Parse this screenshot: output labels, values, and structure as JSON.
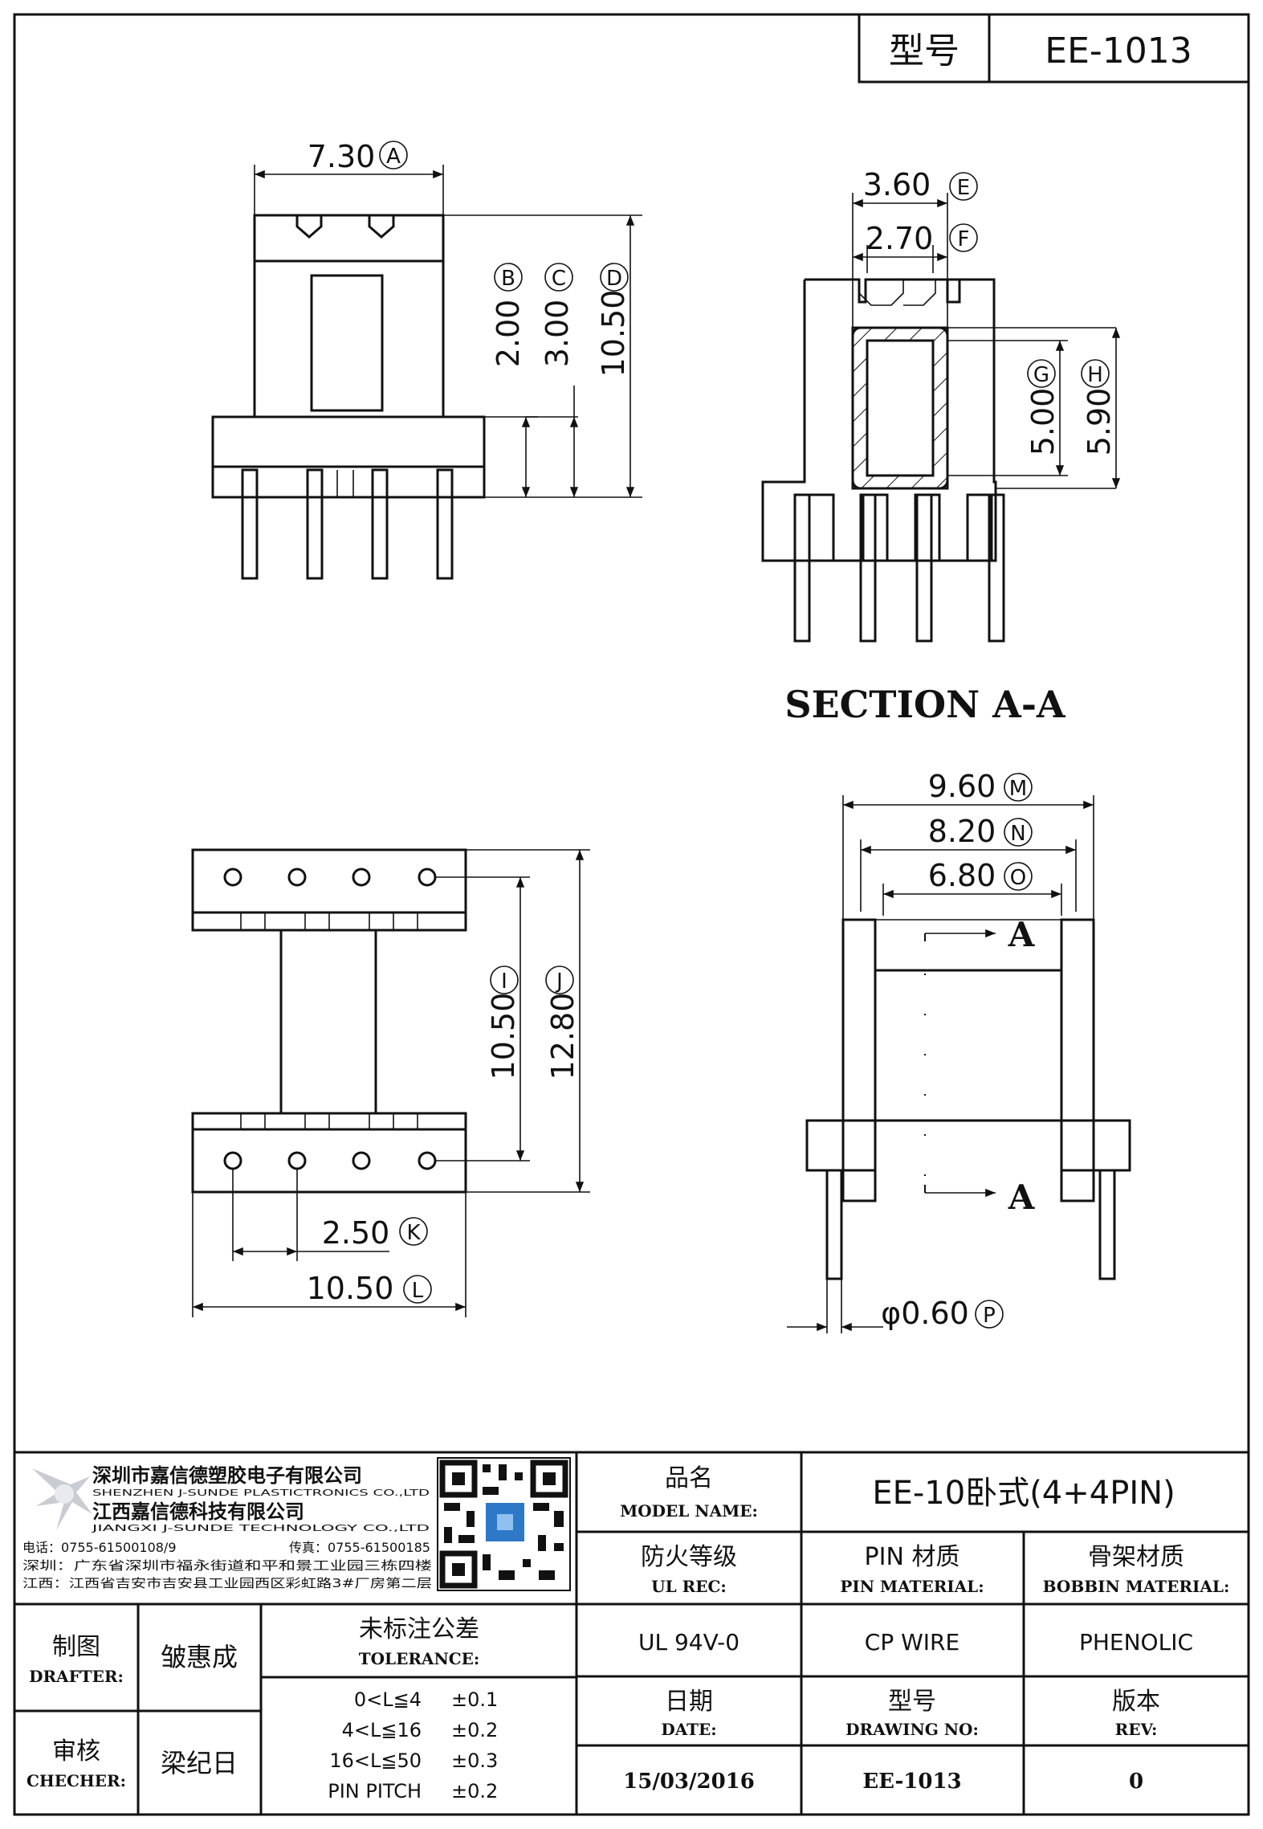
{
  "header": {
    "label": "型号",
    "model": "EE-1013"
  },
  "dims": {
    "A": {
      "value": "7.30",
      "letter": "A"
    },
    "B": {
      "value": "2.00",
      "letter": "B"
    },
    "C": {
      "value": "3.00",
      "letter": "C"
    },
    "D": {
      "value": "10.50",
      "letter": "D"
    },
    "E": {
      "value": "3.60",
      "letter": "E"
    },
    "F": {
      "value": "2.70",
      "letter": "F"
    },
    "G": {
      "value": "5.00",
      "letter": "G"
    },
    "H": {
      "value": "5.90",
      "letter": "H"
    },
    "I": {
      "value": "10.50",
      "letter": "I"
    },
    "J": {
      "value": "12.80",
      "letter": "J"
    },
    "K": {
      "value": "2.50",
      "letter": "K"
    },
    "L": {
      "value": "10.50",
      "letter": "L"
    },
    "M": {
      "value": "9.60",
      "letter": "M"
    },
    "N": {
      "value": "8.20",
      "letter": "N"
    },
    "O": {
      "value": "6.80",
      "letter": "O"
    },
    "P": {
      "value": "φ0.60",
      "letter": "P"
    }
  },
  "section": {
    "title": "SECTION A-A",
    "marker": "A"
  },
  "company": {
    "name_cn": "深圳市嘉信德塑胶电子有限公司",
    "name_en": "SHENZHEN J-SUNDE PLASTICTRONICS CO.,LTD",
    "name2_cn": "江西嘉信德科技有限公司",
    "name2_en": "JIANGXI J-SUNDE TECHNOLOGY CO.,LTD",
    "phone": "电话：0755-61500108/9",
    "fax": "传真：0755-61500185",
    "addr1": "深圳：广东省深圳市福永街道和平和景工业园三栋四楼",
    "addr2": "江西：江西省吉安市吉安县工业园西区彩虹路3#厂房第二层"
  },
  "title_block": {
    "model_name_cn": "品名",
    "model_name_en": "MODEL NAME:",
    "model_name_value": "EE-10卧式(4+4PIN)",
    "ul_cn": "防火等级",
    "ul_en": "UL REC:",
    "ul_value": "UL 94V-0",
    "pin_cn": "PIN 材质",
    "pin_en": "PIN MATERIAL:",
    "pin_value": "CP WIRE",
    "bobbin_cn": "骨架材质",
    "bobbin_en": "BOBBIN MATERIAL:",
    "bobbin_value": "PHENOLIC",
    "drafter_cn": "制图",
    "drafter_en": "DRAFTER:",
    "drafter_value": "皱惠成",
    "checker_cn": "审核",
    "checker_en": "CHECHER:",
    "checker_value": "梁纪日",
    "tol_cn": "未标注公差",
    "tol_en": "TOLERANCE:",
    "tolerances": [
      {
        "range": "0<L≦4",
        "value": "±0.1"
      },
      {
        "range": "4<L≦16",
        "value": "±0.2"
      },
      {
        "range": "16<L≦50",
        "value": "±0.3"
      },
      {
        "range": "PIN PITCH",
        "value": "±0.2"
      }
    ],
    "date_cn": "日期",
    "date_en": "DATE:",
    "date_value": "15/03/2016",
    "dwg_cn": "型号",
    "dwg_en": "DRAWING NO:",
    "dwg_value": "EE-1013",
    "rev_cn": "版本",
    "rev_en": "REV:",
    "rev_value": "0"
  }
}
